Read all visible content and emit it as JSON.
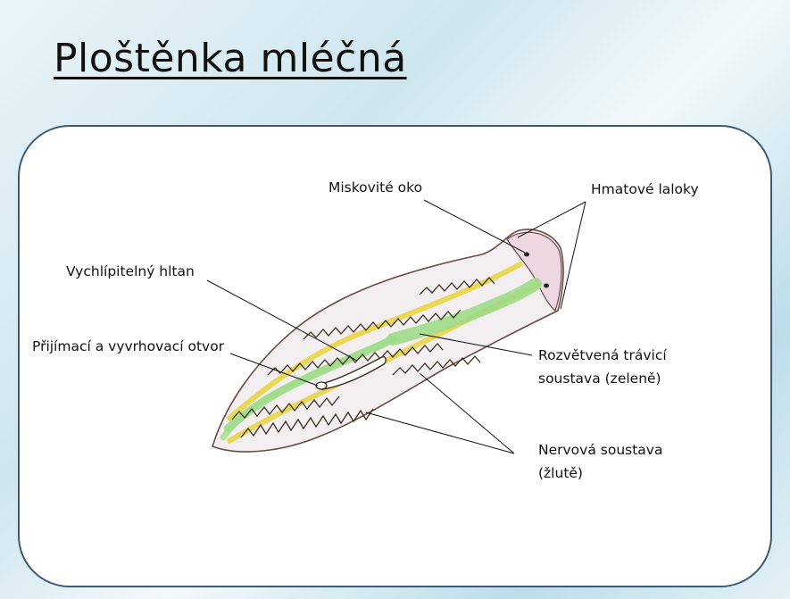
{
  "title": "Ploštěnka mléčná",
  "labels": {
    "eye": "Miskovité oko",
    "lobes": "Hmatové laloky",
    "pharynx": "Vychlípitelný hltan",
    "mouth": "Přijímací a vyvrhovací otvor",
    "digestive_line1": "Rozvětvená trávicí",
    "digestive_line2": "soustava (zeleně)",
    "nervous_line1": "Nervová soustava",
    "nervous_line2": "(žlutě)"
  },
  "colors": {
    "digestive": "#9edc8a",
    "nervous": "#e6d23a",
    "body_outline": "#6b4a4a",
    "panel_border": "#3a5b73"
  }
}
